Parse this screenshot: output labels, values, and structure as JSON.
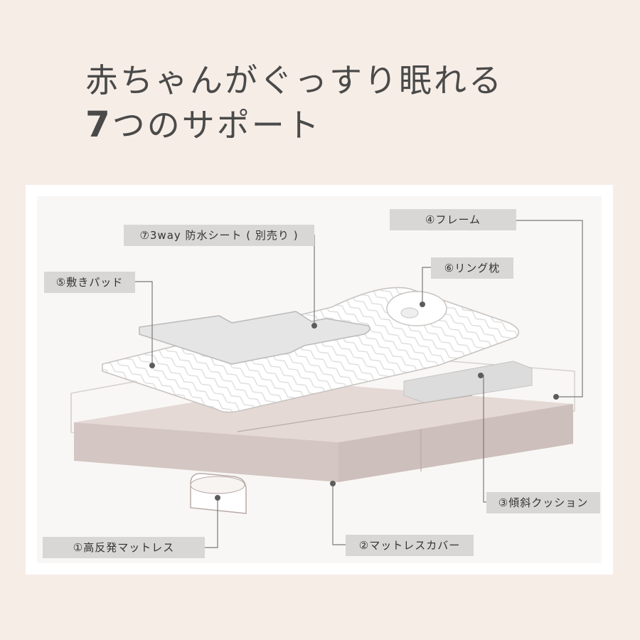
{
  "title": {
    "line1": "赤ちゃんがぐっすり眠れる",
    "line2_number": "7",
    "line2_rest": "つのサポート"
  },
  "labels": {
    "frame": "④フレーム",
    "waterproof_sheet": "⑦3way 防水シート ( 別売り )",
    "ring_pillow": "⑥リング枕",
    "pad": "⑤敷きパッド",
    "tilt_cushion": "③傾斜クッション",
    "mattress": "①高反発マットレス",
    "mattress_cover": "②マットレスカバー"
  },
  "colors": {
    "background": "#f6ede6",
    "mattress_cover": "#d4c6c2",
    "label_bg": "#d9d7d5",
    "leader_line": "#7a7a7a"
  }
}
